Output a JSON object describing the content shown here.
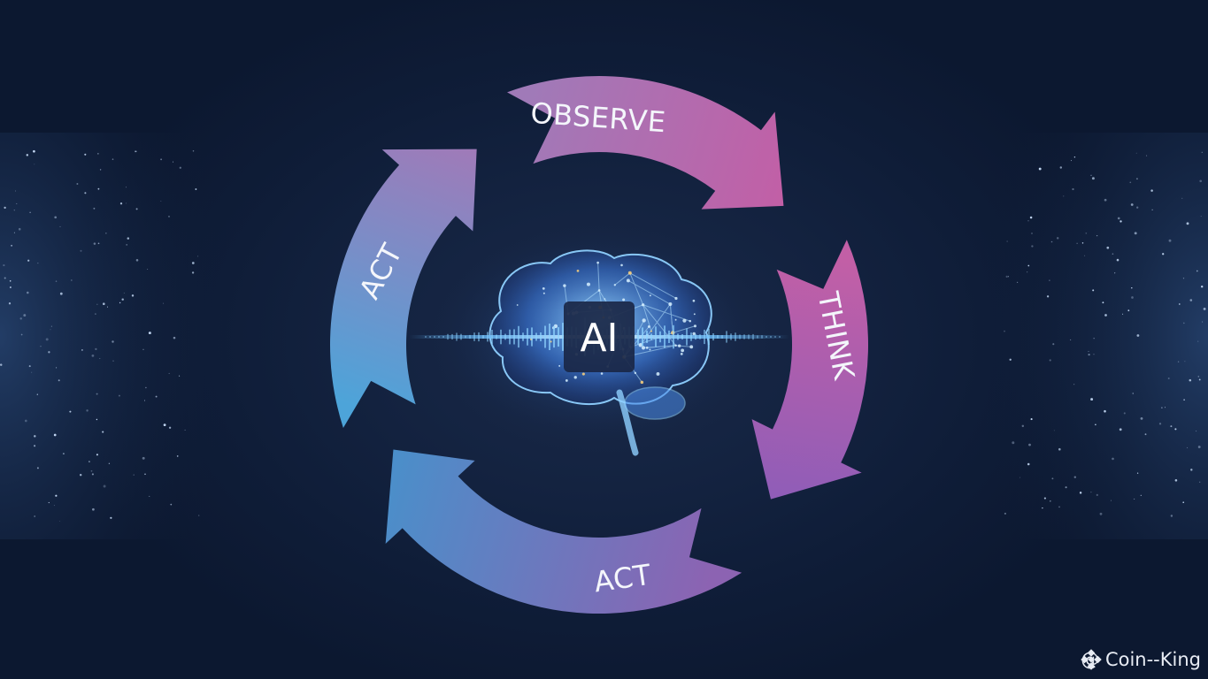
{
  "diagram": {
    "center_label": "AI",
    "steps": [
      {
        "label": "OBSERVE",
        "color_start": "#a07ab8",
        "color_end": "#c25fa6"
      },
      {
        "label": "THINK",
        "color_start": "#c25fa6",
        "color_end": "#8f5db8"
      },
      {
        "label": "ACT",
        "color_start": "#8c63b2",
        "color_end": "#4a8fca"
      },
      {
        "label": "ACT",
        "color_start": "#4da4d9",
        "color_end": "#a07ab8"
      }
    ]
  },
  "watermark": {
    "text": "@ Coin--King",
    "logo_icon": "diamond-logo-icon"
  },
  "colors": {
    "background": "#0f1d38",
    "brain_glow": "#5fb6ff"
  }
}
